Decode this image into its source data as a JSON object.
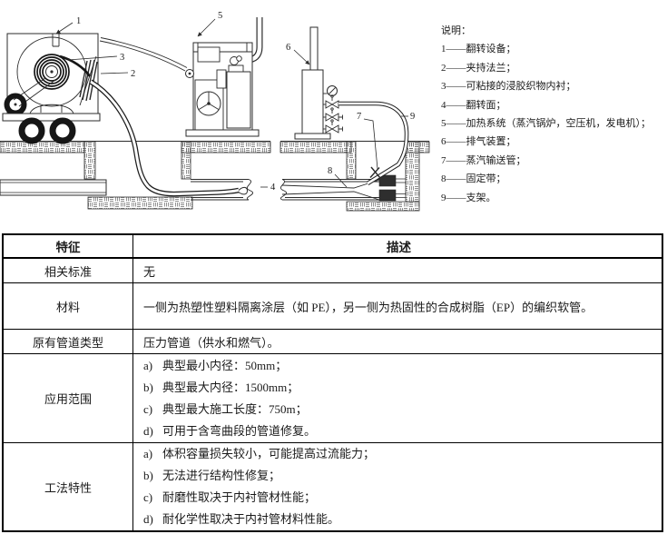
{
  "legend": {
    "title": "说明：",
    "items": [
      "1——翻转设备；",
      "2——夹持法兰；",
      "3——可粘接的浸胶织物内衬；",
      "4——翻转面；",
      "5——加热系统（蒸汽锅炉，空压机，发电机）；",
      "6——排气装置；",
      "7——蒸汽输送管；",
      "8——固定带；",
      "9——支架。"
    ]
  },
  "diagram": {
    "labels": [
      "1",
      "2",
      "3",
      "4",
      "5",
      "6",
      "7",
      "8",
      "9"
    ]
  },
  "table": {
    "headers": {
      "feature": "特征",
      "description": "描述"
    },
    "rows": [
      {
        "feature": "相关标准",
        "text": "无"
      },
      {
        "feature": "材料",
        "text": "一侧为热塑性塑料隔离涂层（如 PE），另一侧为热固性的合成树脂（EP）的编织软管。"
      },
      {
        "feature": "原有管道类型",
        "text": "压力管道（供水和燃气）。"
      },
      {
        "feature": "应用范围",
        "items": [
          {
            "k": "a)",
            "t": "典型最小内径：50mm；"
          },
          {
            "k": "b)",
            "t": "典型最大内径：1500mm；"
          },
          {
            "k": "c)",
            "t": "典型最大施工长度：750m；"
          },
          {
            "k": "d)",
            "t": "可用于含弯曲段的管道修复。"
          }
        ]
      },
      {
        "feature": "工法特性",
        "items": [
          {
            "k": "a)",
            "t": "体积容量损失较小，可能提高过流能力；"
          },
          {
            "k": "b)",
            "t": "无法进行结构性修复；"
          },
          {
            "k": "c)",
            "t": "耐磨性取决于内衬管材性能；"
          },
          {
            "k": "d)",
            "t": "耐化学性取决于内衬管材料性能。"
          }
        ]
      }
    ]
  }
}
